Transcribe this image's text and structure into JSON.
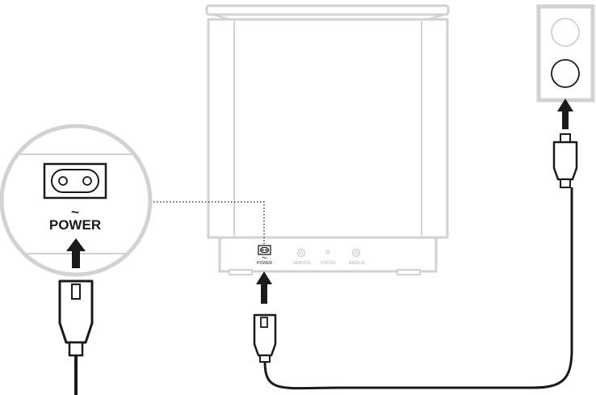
{
  "diagram": {
    "callout_port_label": "POWER",
    "callout_symbol": "~",
    "rear_panel": {
      "power_label": "POWER",
      "service_label": "SERVICE",
      "status_label": "STATUS",
      "bass_in_label": "BASS IN"
    }
  },
  "colors": {
    "outline": "#d2d2d2",
    "dark": "#1a1a1a",
    "faint_text": "#b0b0b0"
  }
}
